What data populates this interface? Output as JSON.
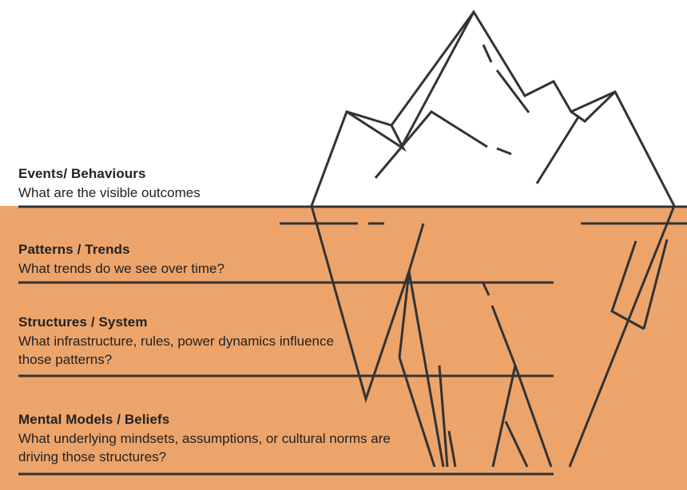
{
  "colors": {
    "water": "#EDA46B",
    "line": "#333333",
    "text": "#222222",
    "above": "#FFFFFF"
  },
  "levels": [
    {
      "title": "Events/ Behaviours",
      "question": "What are the visible outcomes"
    },
    {
      "title": "Patterns / Trends",
      "question": "What trends do we see over time?"
    },
    {
      "title": "Structures / System",
      "question": "What infrastructure, rules, power dynamics influence those patterns?"
    },
    {
      "title": "Mental Models / Beliefs",
      "question": "What underlying mindsets, assumptions, or cultural norms are driving those structures?"
    }
  ]
}
